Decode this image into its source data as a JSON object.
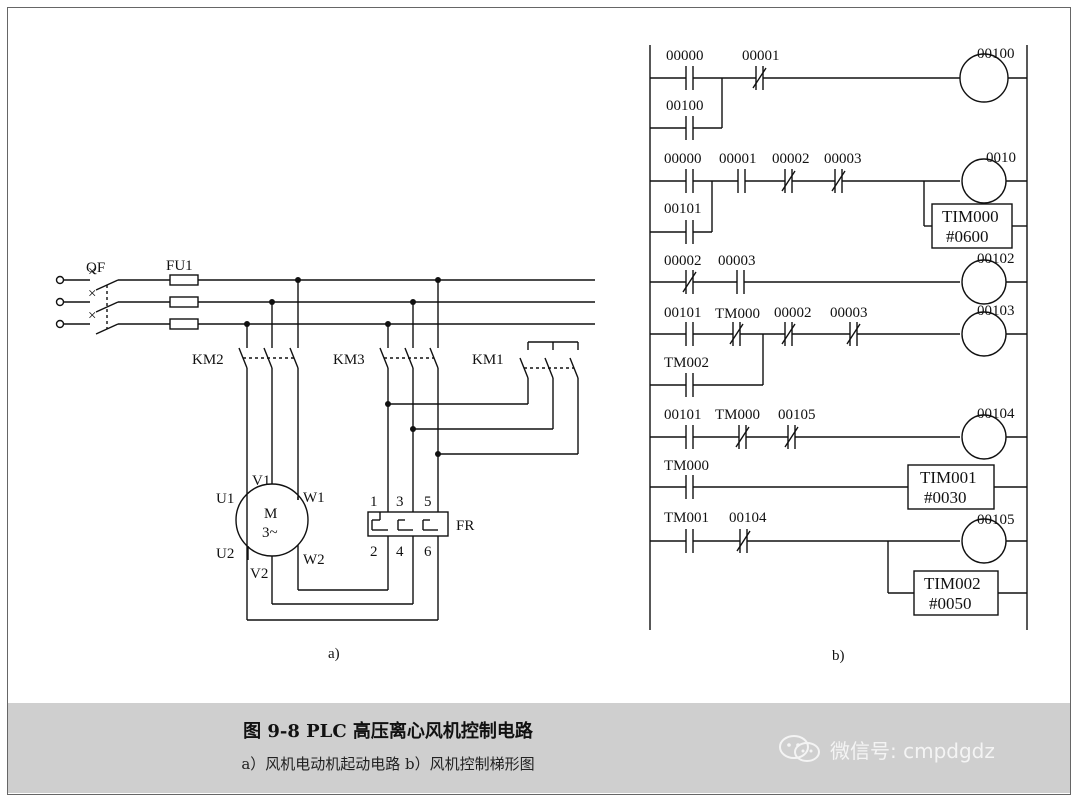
{
  "diagram_a": {
    "qf": "QF",
    "fu1": "FU1",
    "km2": "KM2",
    "km3": "KM3",
    "km1": "KM1",
    "motor_m": "M",
    "motor_phase": "3~",
    "u1": "U1",
    "v1": "V1",
    "w1": "W1",
    "u2": "U2",
    "v2": "V2",
    "w2": "W2",
    "fr": "FR",
    "fr_top": [
      "1",
      "3",
      "5"
    ],
    "fr_bottom": [
      "2",
      "4",
      "6"
    ],
    "label": "a)"
  },
  "diagram_b": {
    "rung1": {
      "c1": "00000",
      "c2": "00001",
      "c3": "00100",
      "coil": "00100"
    },
    "rung2": {
      "c1": "00000",
      "c2": "00001",
      "c3": "00002",
      "c4": "00003",
      "c5": "00101",
      "coil": "0010",
      "timer": "TIM000",
      "preset": "#0600"
    },
    "rung3": {
      "c1": "00002",
      "c2": "00003",
      "coil": "00102"
    },
    "rung4": {
      "c1": "00101",
      "c2": "TM000",
      "c3": "00002",
      "c4": "00003",
      "c5": "TM002",
      "coil": "00103"
    },
    "rung5": {
      "c1": "00101",
      "c2": "TM000",
      "c3": "00105",
      "coil": "00104"
    },
    "rung6": {
      "c1": "TM000",
      "timer": "TIM001",
      "preset": "#0030"
    },
    "rung7": {
      "c1": "TM001",
      "c2": "00104",
      "coil": "00105",
      "timer": "TIM002",
      "preset": "#0050"
    },
    "label": "b)"
  },
  "caption": {
    "title": "图 9-8    PLC 高压离心风机控制电路",
    "subtitle": "a）风机电动机起动电路   b）风机控制梯形图"
  },
  "watermark": {
    "text": "微信号: cmpdgdz",
    "icon": "wechat-icon"
  }
}
